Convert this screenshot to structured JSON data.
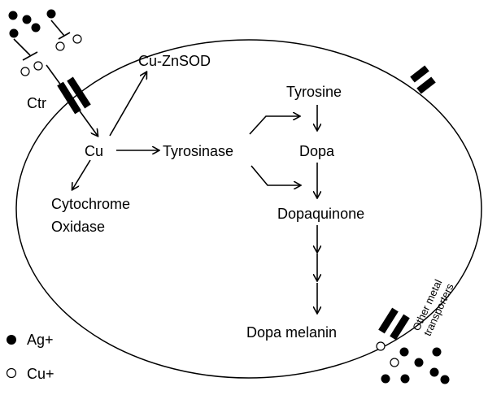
{
  "labels": {
    "ctr": "Ctr",
    "cu": "Cu",
    "cu_znsod": "Cu-ZnSOD",
    "tyrosinase": "Tyrosinase",
    "tyrosine": "Tyrosine",
    "dopa": "Dopa",
    "dopaquinone": "Dopaquinone",
    "cytochrome": "Cytochrome",
    "oxidase": "Oxidase",
    "dopa_melanin": "Dopa melanin",
    "other_metal": "Other metal",
    "transporters": "transporters"
  },
  "legend": {
    "ag": "Ag+",
    "cu": "Cu+"
  },
  "colors": {
    "ag_fill": "#000000",
    "cu_fill": "#ffffff",
    "stroke": "#000000"
  }
}
